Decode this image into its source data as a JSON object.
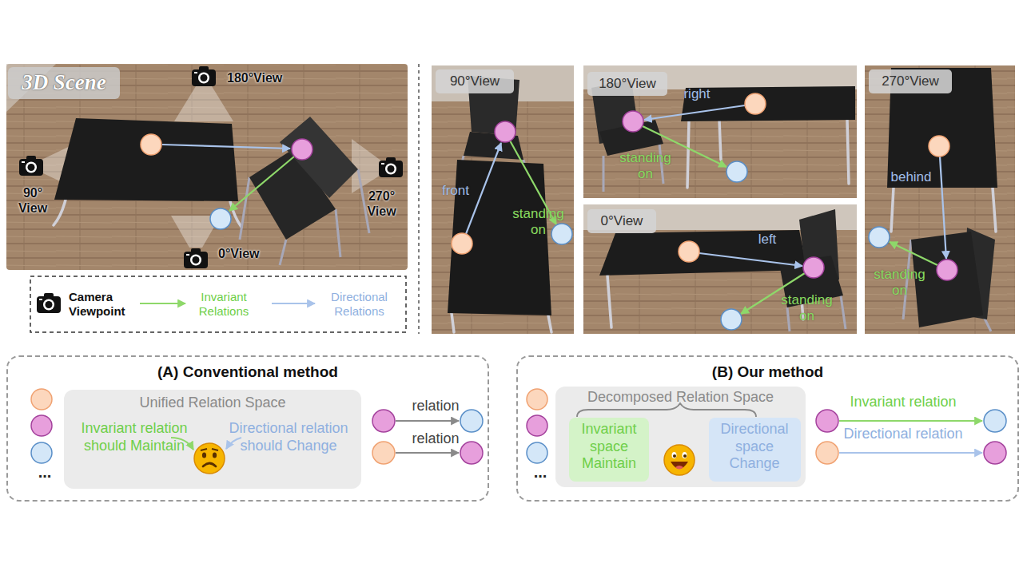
{
  "diagram": {
    "nodes": [
      {
        "text": [
          "3D Scene"
        ]
      },
      {
        "text": [
          "90°View"
        ]
      },
      {
        "text": [
          "180°View"
        ]
      },
      {
        "text": [
          "270°View"
        ]
      },
      {
        "text": [
          "0°View"
        ]
      },
      {
        "text": [
          "(A) Conventional method",
          "...",
          "relation",
          "relation"
        ]
      },
      {
        "text": [
          "Unified Relation Space",
          "Invariant relation should Maintain",
          "Directional relation should Change"
        ],
        "in": 5
      },
      {
        "text": [
          "(B) Our method",
          "...",
          "Invariant relation",
          "Directional relation"
        ]
      },
      {
        "text": [
          "Decomposed Relation Space"
        ],
        "in": 7
      },
      {
        "text": [
          "Invariant space Maintain"
        ],
        "in": 8
      },
      {
        "text": [
          "Directional space Change"
        ],
        "in": 8
      }
    ],
    "labels": [
      "180°View",
      "90° View",
      "270° View",
      "0°View",
      "front",
      "standing on",
      "right",
      "standing on",
      "behind",
      "standing on",
      "left",
      "standing on"
    ],
    "legend": [
      {
        "text": "Camera Viewpoint"
      },
      {
        "text": "Invariant Relations"
      },
      {
        "text": "Directional Relations"
      }
    ]
  }
}
